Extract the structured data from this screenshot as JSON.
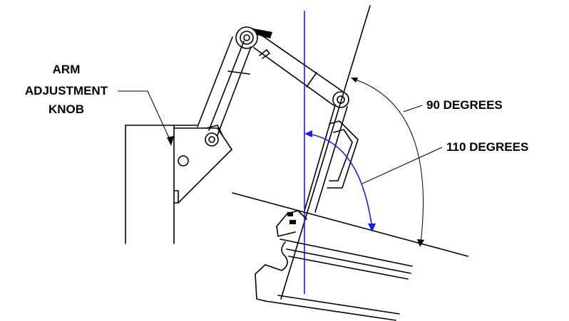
{
  "labels": {
    "knob_line1": "ARM",
    "knob_line2": "ADJUSTMENT",
    "knob_line3": "KNOB",
    "angle_90": "90 DEGREES",
    "angle_110": "110 DEGREES"
  },
  "angles": {
    "outer_deg": 90,
    "inner_deg": 110
  },
  "colors": {
    "lines": "#000000",
    "vertical_reference": "#1a1aff",
    "background": "#ffffff"
  }
}
